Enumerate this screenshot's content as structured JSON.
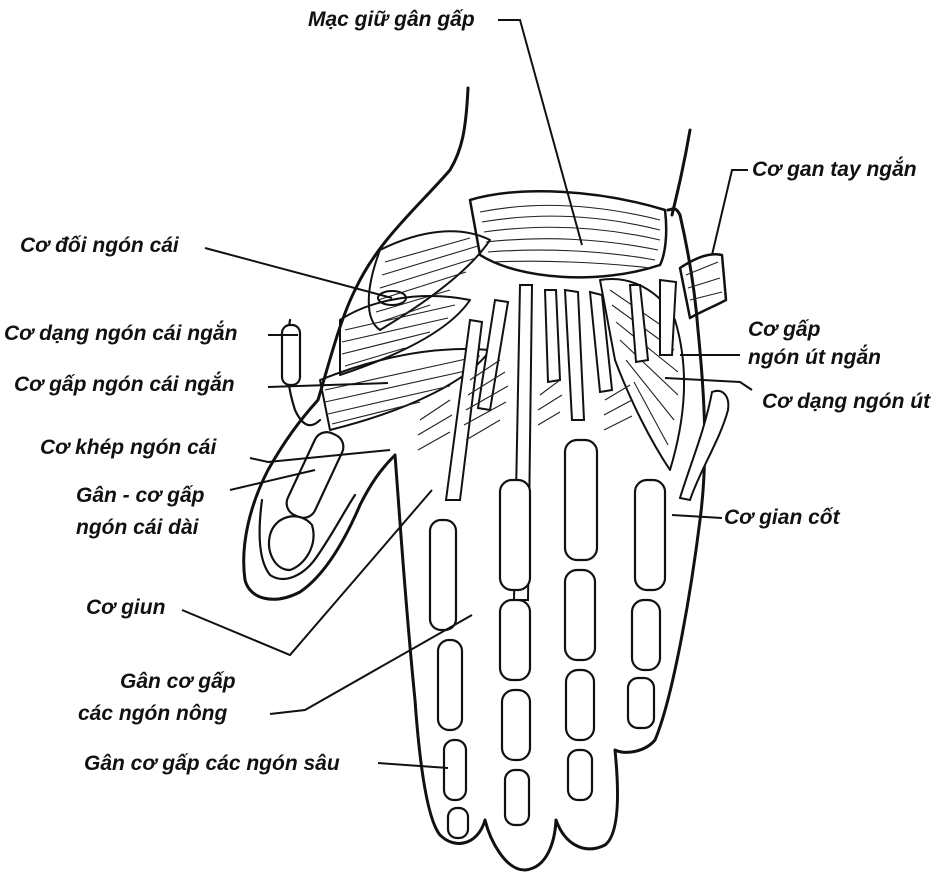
{
  "labels": {
    "flexor_retinaculum": "Mạc giữ gân gấp",
    "palmaris_brevis": "Cơ gan tay ngắn",
    "opponens_pollicis": "Cơ đối ngón cái",
    "abductor_pollicis_brevis": "Cơ dạng ngón cái ngắn",
    "flexor_digiti_minimi_line1": "Cơ gấp",
    "flexor_digiti_minimi_line2": "ngón út ngắn",
    "flexor_pollicis_brevis": "Cơ gấp ngón cái ngắn",
    "abductor_digiti_minimi": "Cơ dạng ngón út",
    "adductor_pollicis": "Cơ khép ngón cái",
    "flexor_pollicis_longus_line1": "Gân - cơ gấp",
    "flexor_pollicis_longus_line2": "ngón cái dài",
    "interossei": "Cơ gian cốt",
    "lumbricals": "Cơ giun",
    "fds_tendons_line1": "Gân cơ gấp",
    "fds_tendons_line2": "các ngón nông",
    "fdp_tendons": "Gân cơ gấp các ngón sâu"
  },
  "icons": [
    "hand-anatomy-drawing"
  ],
  "colors": {
    "ink": "#111111",
    "background": "#ffffff"
  }
}
